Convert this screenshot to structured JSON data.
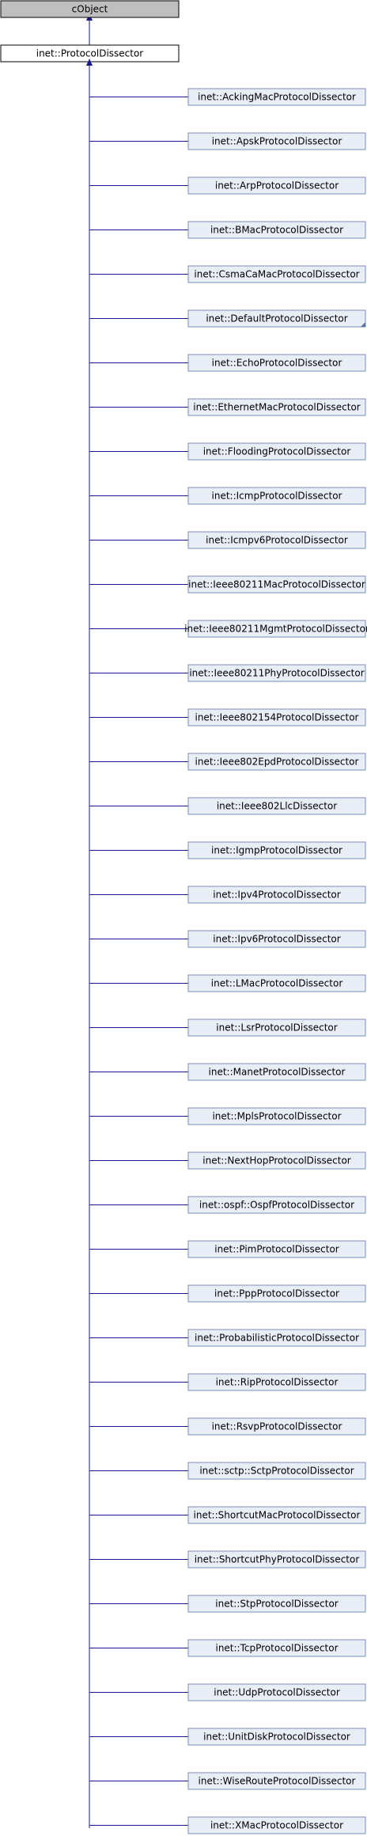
{
  "diagram": {
    "root": {
      "label": "cObject",
      "fill": "#bfbfbf",
      "border": "#000000"
    },
    "base": {
      "label": "inet::ProtocolDissector",
      "fill": "#ffffff",
      "border": "#000000"
    },
    "edge_color": "#1a1a8c",
    "child_fill": "#e8edf6",
    "child_border": "#7b8fb9",
    "children": [
      {
        "label": "inet::AckingMacProtocolDissector"
      },
      {
        "label": "inet::ApskProtocolDissector"
      },
      {
        "label": "inet::ArpProtocolDissector"
      },
      {
        "label": "inet::BMacProtocolDissector"
      },
      {
        "label": "inet::CsmaCaMacProtocolDissector"
      },
      {
        "label": "inet::DefaultProtocolDissector",
        "has_more": true
      },
      {
        "label": "inet::EchoProtocolDissector"
      },
      {
        "label": "inet::EthernetMacProtocolDissector"
      },
      {
        "label": "inet::FloodingProtocolDissector"
      },
      {
        "label": "inet::IcmpProtocolDissector"
      },
      {
        "label": "inet::Icmpv6ProtocolDissector"
      },
      {
        "label": "inet::Ieee80211MacProtocolDissector"
      },
      {
        "label": "inet::Ieee80211MgmtProtocolDissector"
      },
      {
        "label": "inet::Ieee80211PhyProtocolDissector"
      },
      {
        "label": "inet::Ieee802154ProtocolDissector"
      },
      {
        "label": "inet::Ieee802EpdProtocolDissector"
      },
      {
        "label": "inet::Ieee802LlcDissector"
      },
      {
        "label": "inet::IgmpProtocolDissector"
      },
      {
        "label": "inet::Ipv4ProtocolDissector"
      },
      {
        "label": "inet::Ipv6ProtocolDissector"
      },
      {
        "label": "inet::LMacProtocolDissector"
      },
      {
        "label": "inet::LsrProtocolDissector"
      },
      {
        "label": "inet::ManetProtocolDissector"
      },
      {
        "label": "inet::MplsProtocolDissector"
      },
      {
        "label": "inet::NextHopProtocolDissector"
      },
      {
        "label": "inet::ospf::OspfProtocolDissector"
      },
      {
        "label": "inet::PimProtocolDissector"
      },
      {
        "label": "inet::PppProtocolDissector"
      },
      {
        "label": "inet::ProbabilisticProtocolDissector"
      },
      {
        "label": "inet::RipProtocolDissector"
      },
      {
        "label": "inet::RsvpProtocolDissector"
      },
      {
        "label": "inet::sctp::SctpProtocolDissector"
      },
      {
        "label": "inet::ShortcutMacProtocolDissector"
      },
      {
        "label": "inet::ShortcutPhyProtocolDissector"
      },
      {
        "label": "inet::StpProtocolDissector"
      },
      {
        "label": "inet::TcpProtocolDissector"
      },
      {
        "label": "inet::UdpProtocolDissector"
      },
      {
        "label": "inet::UnitDiskProtocolDissector"
      },
      {
        "label": "inet::WiseRouteProtocolDissector"
      },
      {
        "label": "inet::XMacProtocolDissector"
      }
    ]
  }
}
